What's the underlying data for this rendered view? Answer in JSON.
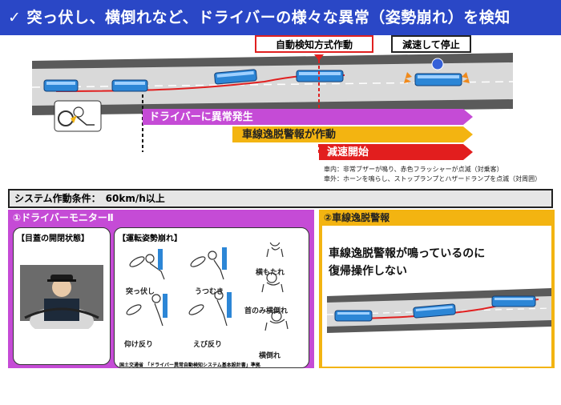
{
  "title": "✓ 突っ伏し、横倒れなど、ドライバーの様々な異常（姿勢崩れ）を検知",
  "callouts": {
    "auto_detect": "自動検知方式作動",
    "decelerate_stop": "減速して停止"
  },
  "timeline": {
    "abnormal": "ドライバーに異常発生",
    "lane_warning": "車線逸脱警報が作動",
    "decel_start": "減速開始"
  },
  "notes": [
    "車内：非常ブザーが鳴り、赤色フラッシャーが点滅（対乗客）",
    "車外：ホーンを鳴らし、ストップランプとハザードランプを点滅（対周囲）"
  ],
  "condition": "システム作動条件：　60km/h以上",
  "panel_left": {
    "header": "①ドライバーモニターⅡ",
    "eyelid_title": "【目蓋の開閉状態】",
    "posture_title": "【運転姿勢崩れ】",
    "postures": [
      "突っ伏し",
      "うつむき",
      "仰け反り",
      "えび反り",
      "横もたれ",
      "首のみ横倒れ",
      "横倒れ"
    ],
    "source": "国土交通省 「ドライバー異常自動検知システム基本設計書」準拠"
  },
  "panel_right": {
    "header": "②車線逸脱警報",
    "text_line1": "車線逸脱警報が鳴っているのに",
    "text_line2": "復帰操作しない"
  },
  "colors": {
    "banner": "#2a47c6",
    "purple": "#c54bd6",
    "orange": "#f3b411",
    "red": "#e21e1e",
    "bus": "#2c86d6"
  }
}
